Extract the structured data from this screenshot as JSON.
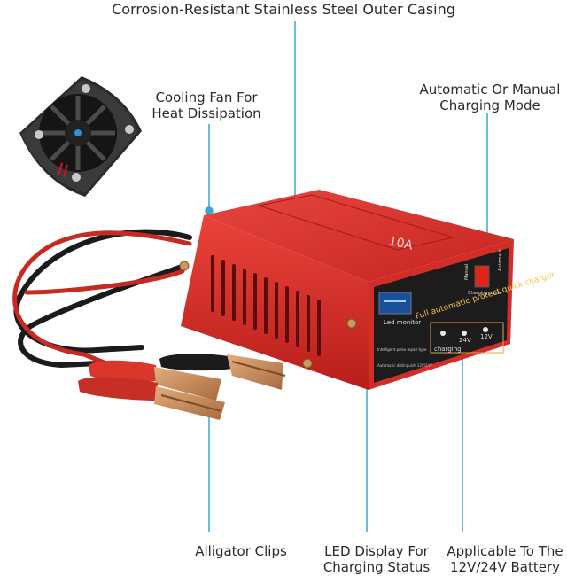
{
  "callouts": {
    "casing": "Corrosion-Resistant Stainless Steel Outer Casing",
    "fan": [
      "Cooling Fan For",
      "Heat Dissipation"
    ],
    "mode": [
      "Automatic Or Manual",
      "Charging Mode"
    ],
    "clips": "Alligator Clips",
    "led": [
      "LED Display For",
      "Charging Status"
    ],
    "battery": [
      "Applicable To The",
      "12V/24V Battery"
    ]
  },
  "device": {
    "panel_title": "Full automatic-protect quick charger",
    "led_label": "Led monitor",
    "charging_label": "charging",
    "volt_24": "24V",
    "volt_12": "12V",
    "rating": "10A",
    "switch_manual": "Manual",
    "switch_auto": "Automatic",
    "switch_mode": "Charging mode",
    "feature_1": "Intelligent pulse repair type",
    "feature_2": "Automatic distinguish 12V/24V"
  },
  "colors": {
    "casing": "#d42a25",
    "panel": "#1c1c1c",
    "callout_line": "#3aa6c9",
    "clip_red": "#d9372b",
    "clip_black": "#1b1b1b",
    "copper": "#c98f5c",
    "switch": "#e0241a"
  },
  "icons": [
    "cooling-fan",
    "led-display",
    "rocker-switch",
    "alligator-clip"
  ]
}
